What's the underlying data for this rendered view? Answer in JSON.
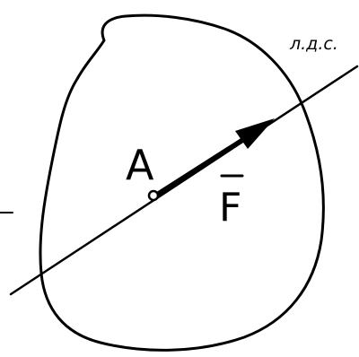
{
  "labels": {
    "line_of_action": "л.д.с.",
    "point": "A",
    "force": "F"
  },
  "colors": {
    "ink": "#000000",
    "paper": "#ffffff"
  }
}
